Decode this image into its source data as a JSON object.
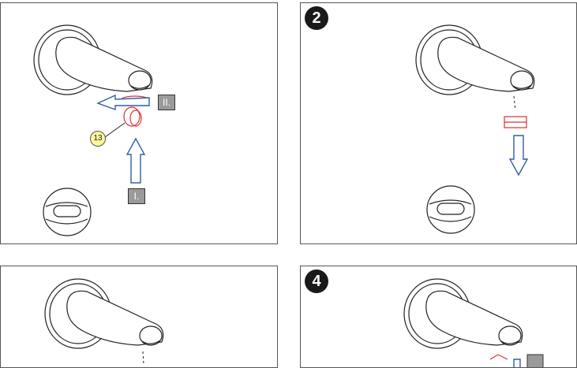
{
  "steps": {
    "step1": {
      "label_I": "I.",
      "label_II": "II.",
      "callout": "13"
    },
    "step2": {
      "number": "2"
    },
    "step3": {},
    "step4": {
      "number": "4"
    }
  },
  "colors": {
    "arrow_blue": "#2f5fa8",
    "aerator_red": "#e03030",
    "label_gray": "#9a9a9a",
    "callout_yellow": "#fff79a",
    "step_black": "#1a1a1a"
  }
}
